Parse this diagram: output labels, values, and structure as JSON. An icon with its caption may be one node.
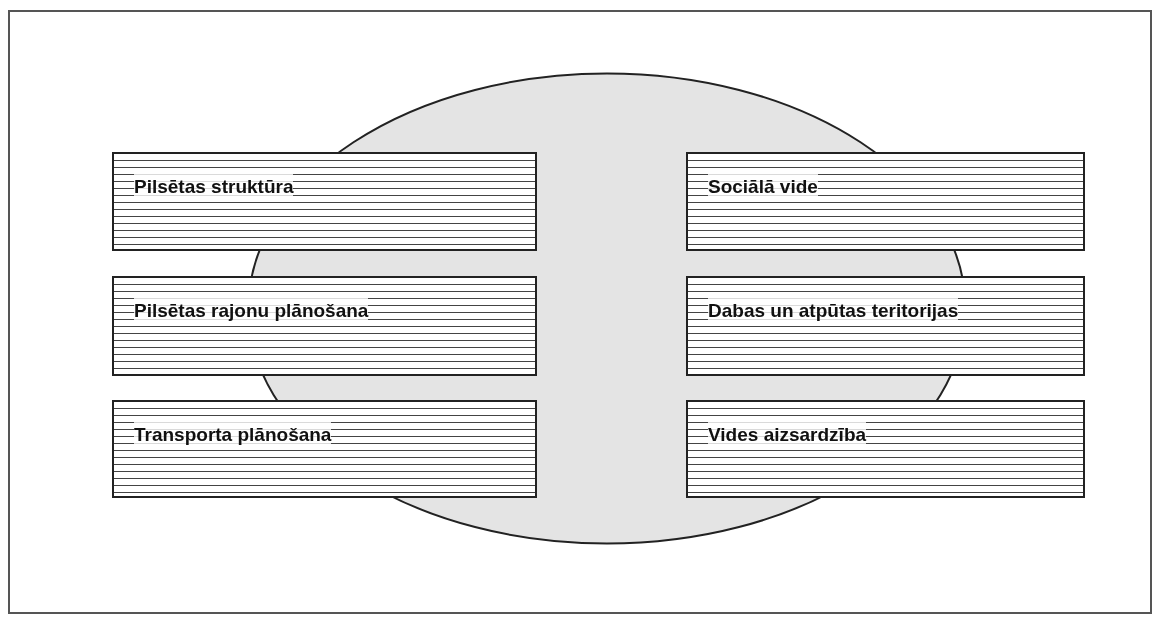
{
  "diagram": {
    "nodes": [
      {
        "text": [],
        "shape": "ellipse"
      },
      {
        "text": [
          "Pilsētas struktūra"
        ]
      },
      {
        "text": [
          "Sociālā vide"
        ]
      },
      {
        "text": [
          "Pilsētas rajonu plānošana"
        ]
      },
      {
        "text": [
          "Dabas un atpūtas teritorijas"
        ]
      },
      {
        "text": [
          "Transporta plānošana"
        ]
      },
      {
        "text": [
          "Vides aizsardzība"
        ]
      }
    ]
  }
}
